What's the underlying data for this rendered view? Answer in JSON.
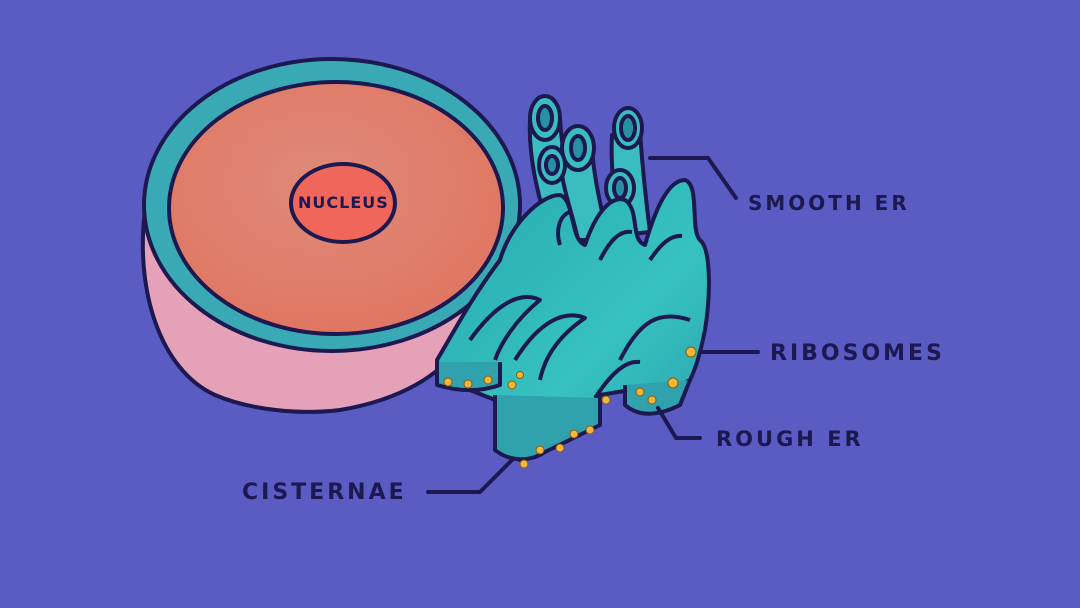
{
  "labels": {
    "nucleus": "NUCLEUS",
    "smooth_er": "SMOOTH ER",
    "ribosomes": "RIBOSOMES",
    "rough_er": "ROUGH ER",
    "cisternae": "CISTERNAE"
  },
  "colors": {
    "background": "#5a5cc4",
    "ink": "#1c1850",
    "membrane": "#3aa9b6",
    "er_fill": "#2fb4b6",
    "nucleoplasm": "#e07a70",
    "nucleolus": "#f0665a",
    "cell_side": "#e4a1b7",
    "ribosome": "#f3b83a"
  }
}
